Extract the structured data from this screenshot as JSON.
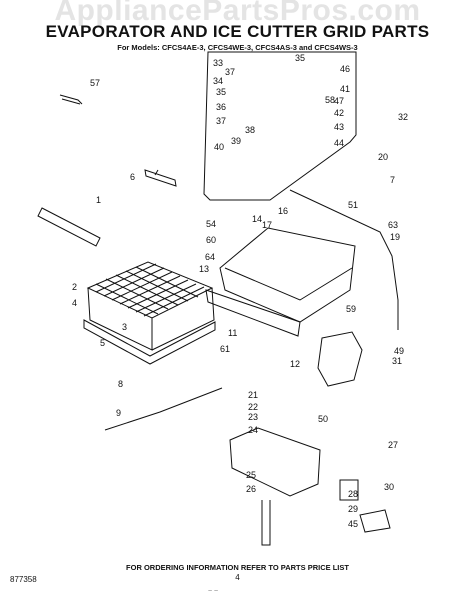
{
  "watermark": "AppliancePartsPros.com",
  "title": "EVAPORATOR AND ICE CUTTER GRID PARTS",
  "models_line": "For Models: CFCS4AE-3, CFCS4WE-3, CFCS4AS-3 and CFCS4WS-3",
  "footer": "FOR ORDERING INFORMATION REFER TO PARTS PRICE LIST",
  "doc_number": "877358",
  "page_number": "4",
  "scribble": "~ ~",
  "callouts": [
    "33",
    "37",
    "34",
    "35",
    "36",
    "37",
    "39",
    "38",
    "40",
    "35",
    "46",
    "41",
    "58",
    "47",
    "42",
    "43",
    "44",
    "32",
    "57",
    "1",
    "6",
    "20",
    "7",
    "51",
    "16",
    "17",
    "14",
    "54",
    "60",
    "64",
    "13",
    "63",
    "19",
    "2",
    "4",
    "3",
    "5",
    "59",
    "11",
    "61",
    "12",
    "49",
    "31",
    "8",
    "21",
    "22",
    "23",
    "50",
    "9",
    "24",
    "27",
    "25",
    "26",
    "28",
    "29",
    "45",
    "30"
  ]
}
